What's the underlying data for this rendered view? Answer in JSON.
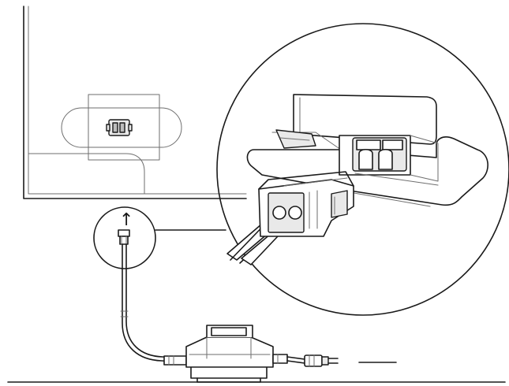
{
  "figure": {
    "kind": "installation-illustration",
    "labels": [],
    "arrow_symbol": "↑",
    "colors": {
      "line": "#1a1a1a",
      "light_line": "#6e6e6e",
      "background": "#ffffff",
      "shade": "#e9e9e9",
      "dark_shade": "#bdbdbd"
    },
    "icons": [
      "wall-panel",
      "socket-recess",
      "detail-magnifier-circle",
      "small-inset-circle",
      "upward-arrow-icon",
      "connector-plug",
      "power-adapter",
      "ac-plug"
    ]
  }
}
